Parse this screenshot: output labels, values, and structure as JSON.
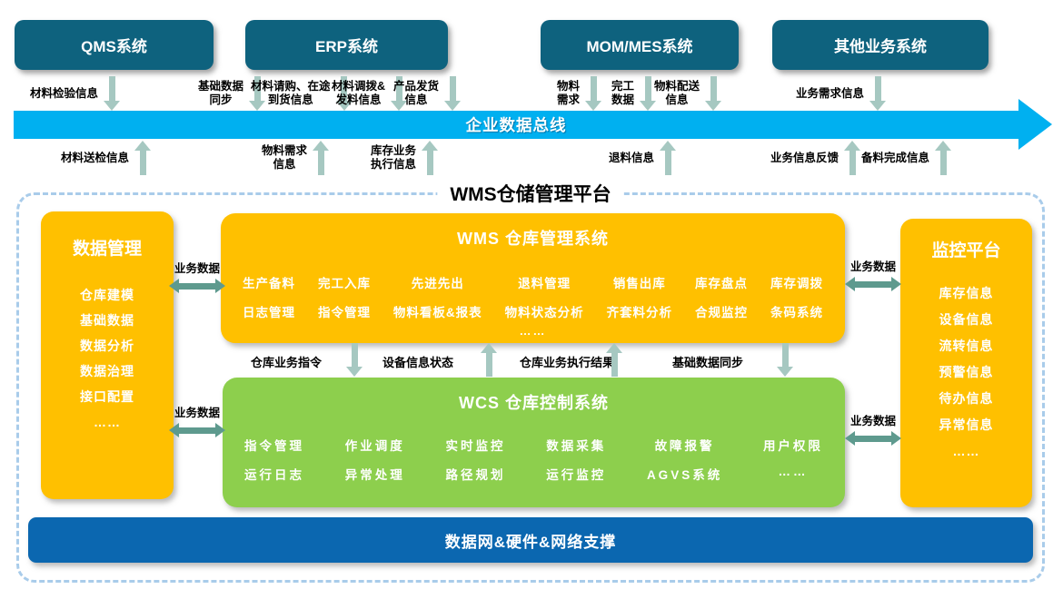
{
  "colors": {
    "system_box": "#0E627E",
    "bus": "#00B0F0",
    "orange_box": "#FFC000",
    "green_box": "#8DCF4D",
    "foundation_bar": "#0B67B0",
    "light_arrow": "#A6C8C1",
    "dark_arrow": "#5E9A8E",
    "dashed_border": "#A9CCEA"
  },
  "top_systems": [
    {
      "label": "QMS系统"
    },
    {
      "label": "ERP系统"
    },
    {
      "label": "MOM/MES系统"
    },
    {
      "label": "其他业务系统"
    }
  ],
  "bus": {
    "label": "企业数据总线"
  },
  "bus_inputs": [
    {
      "line1": "材料检验信息",
      "line2": ""
    },
    {
      "line1": "基础数据",
      "line2": "同步"
    },
    {
      "line1": "材料请购、在途",
      "line2": "到货信息"
    },
    {
      "line1": "材料调拨&",
      "line2": "发料信息"
    },
    {
      "line1": "产品发货",
      "line2": "信息"
    },
    {
      "line1": "物料",
      "line2": "需求"
    },
    {
      "line1": "完工",
      "line2": "数据"
    },
    {
      "line1": "物料配送",
      "line2": "信息"
    },
    {
      "line1": "业务需求信息",
      "line2": ""
    }
  ],
  "bus_outputs": [
    {
      "line1": "材料送检信息",
      "line2": ""
    },
    {
      "line1": "物料需求",
      "line2": "信息"
    },
    {
      "line1": "库存业务",
      "line2": "执行信息"
    },
    {
      "line1": "退料信息",
      "line2": ""
    },
    {
      "line1": "业务信息反馈",
      "line2": ""
    },
    {
      "line1": "备料完成信息",
      "line2": ""
    }
  ],
  "platform": {
    "title": "WMS仓储管理平台",
    "data_mgmt": {
      "title": "数据管理",
      "items": [
        "仓库建模",
        "基础数据",
        "数据分析",
        "数据治理",
        "接口配置",
        "……"
      ]
    },
    "wms": {
      "title": "WMS 仓库管理系统",
      "cols": [
        [
          "生产备料",
          "日志管理"
        ],
        [
          "完工入库",
          "指令管理"
        ],
        [
          "先进先出",
          "物料看板&报表"
        ],
        [
          "退料管理",
          "物料状态分析"
        ],
        [
          "销售出库",
          "齐套料分析"
        ],
        [
          "库存盘点",
          "合规监控"
        ],
        [
          "库存调拨",
          "条码系统"
        ]
      ],
      "more": "……"
    },
    "mid_links": [
      {
        "label": "仓库业务指令",
        "dir": "down"
      },
      {
        "label": "设备信息状态",
        "dir": "up"
      },
      {
        "label": "仓库业务执行结果",
        "dir": "up"
      },
      {
        "label": "基础数据同步",
        "dir": "down"
      }
    ],
    "wcs": {
      "title": "WCS 仓库控制系统",
      "cols": [
        [
          "指令管理",
          "运行日志"
        ],
        [
          "作业调度",
          "异常处理"
        ],
        [
          "实时监控",
          "路径规划"
        ],
        [
          "数据采集",
          "运行监控"
        ],
        [
          "故障报警",
          "AGVS系统"
        ],
        [
          "用户权限",
          "……"
        ]
      ]
    },
    "monitor": {
      "title": "监控平台",
      "items": [
        "库存信息",
        "设备信息",
        "流转信息",
        "预警信息",
        "待办信息",
        "异常信息",
        "……"
      ]
    },
    "side_links": [
      {
        "label": "业务数据"
      },
      {
        "label": "业务数据"
      },
      {
        "label": "业务数据"
      },
      {
        "label": "业务数据"
      }
    ],
    "foundation": "数据网&硬件&网络支撑"
  }
}
